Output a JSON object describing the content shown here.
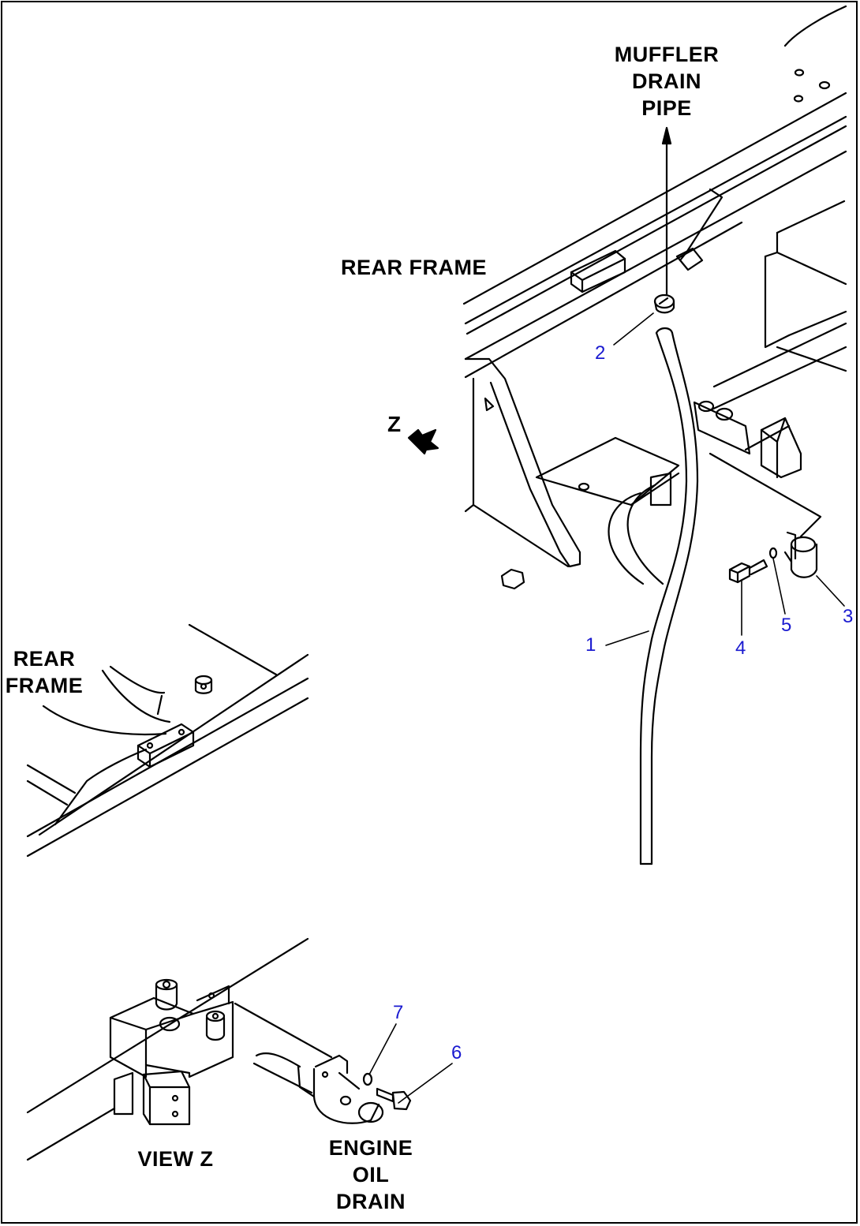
{
  "labels": {
    "muffler_line1": "MUFFLER",
    "muffler_line2": "DRAIN",
    "muffler_line3": "PIPE",
    "rear_frame_main": "REAR FRAME",
    "rear_frame_left_1": "REAR",
    "rear_frame_left_2": "FRAME",
    "view_z": "VIEW Z",
    "engine_line1": "ENGINE",
    "engine_line2": "OIL",
    "engine_line3": "DRAIN",
    "z_arrow": "Z"
  },
  "callouts": [
    "1",
    "2",
    "3",
    "4",
    "5",
    "6",
    "7"
  ],
  "colors": {
    "callout": "#1a1ad0",
    "line": "#000000",
    "background": "#ffffff"
  }
}
